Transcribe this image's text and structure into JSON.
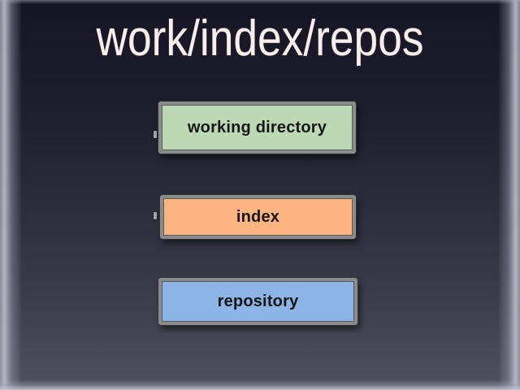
{
  "slide": {
    "title": "work/index/repos",
    "boxes": [
      {
        "id": "working-directory",
        "label": "working directory",
        "fill": "#bcd9b4"
      },
      {
        "id": "index",
        "label": "index",
        "fill": "#fcb581"
      },
      {
        "id": "repository",
        "label": "repository",
        "fill": "#8cb4e6"
      }
    ],
    "colors": {
      "background_top": "#151523",
      "background_bottom": "#50505f",
      "edge_glow": "#bcbcc8",
      "box_border": "#8b8b8b",
      "box_text": "#161616",
      "title_text": "#f8efed"
    }
  }
}
